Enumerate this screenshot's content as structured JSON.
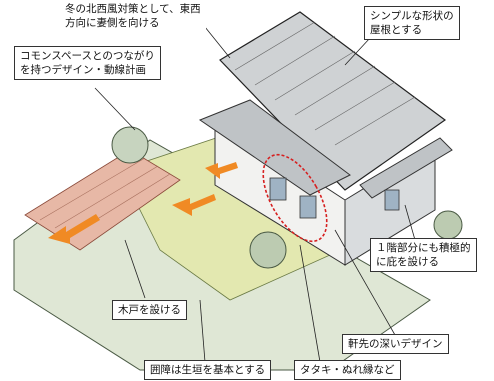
{
  "annotations": {
    "top_left": "冬の北西風対策として、東西\n方向に妻側を向ける",
    "top_right": "シンプルな形状の\n屋根とする",
    "common_space": "コモンスペースとのつながり\nを持つデザイン・動線計画",
    "first_floor_eaves": "１階部分にも積極的\nに庇を設ける",
    "wooden_door": "木戸を設ける",
    "deep_eaves": "軒先の深いデザイン",
    "fence": "囲障は生垣を基本とする",
    "tataki": "タタキ・ぬれ縁など"
  },
  "colors": {
    "arrow_orange": "#f08a24",
    "highlight_red": "#d62020",
    "line": "#222222",
    "lawn": "#e3e8b0",
    "hedge": "#b8c9a2"
  }
}
